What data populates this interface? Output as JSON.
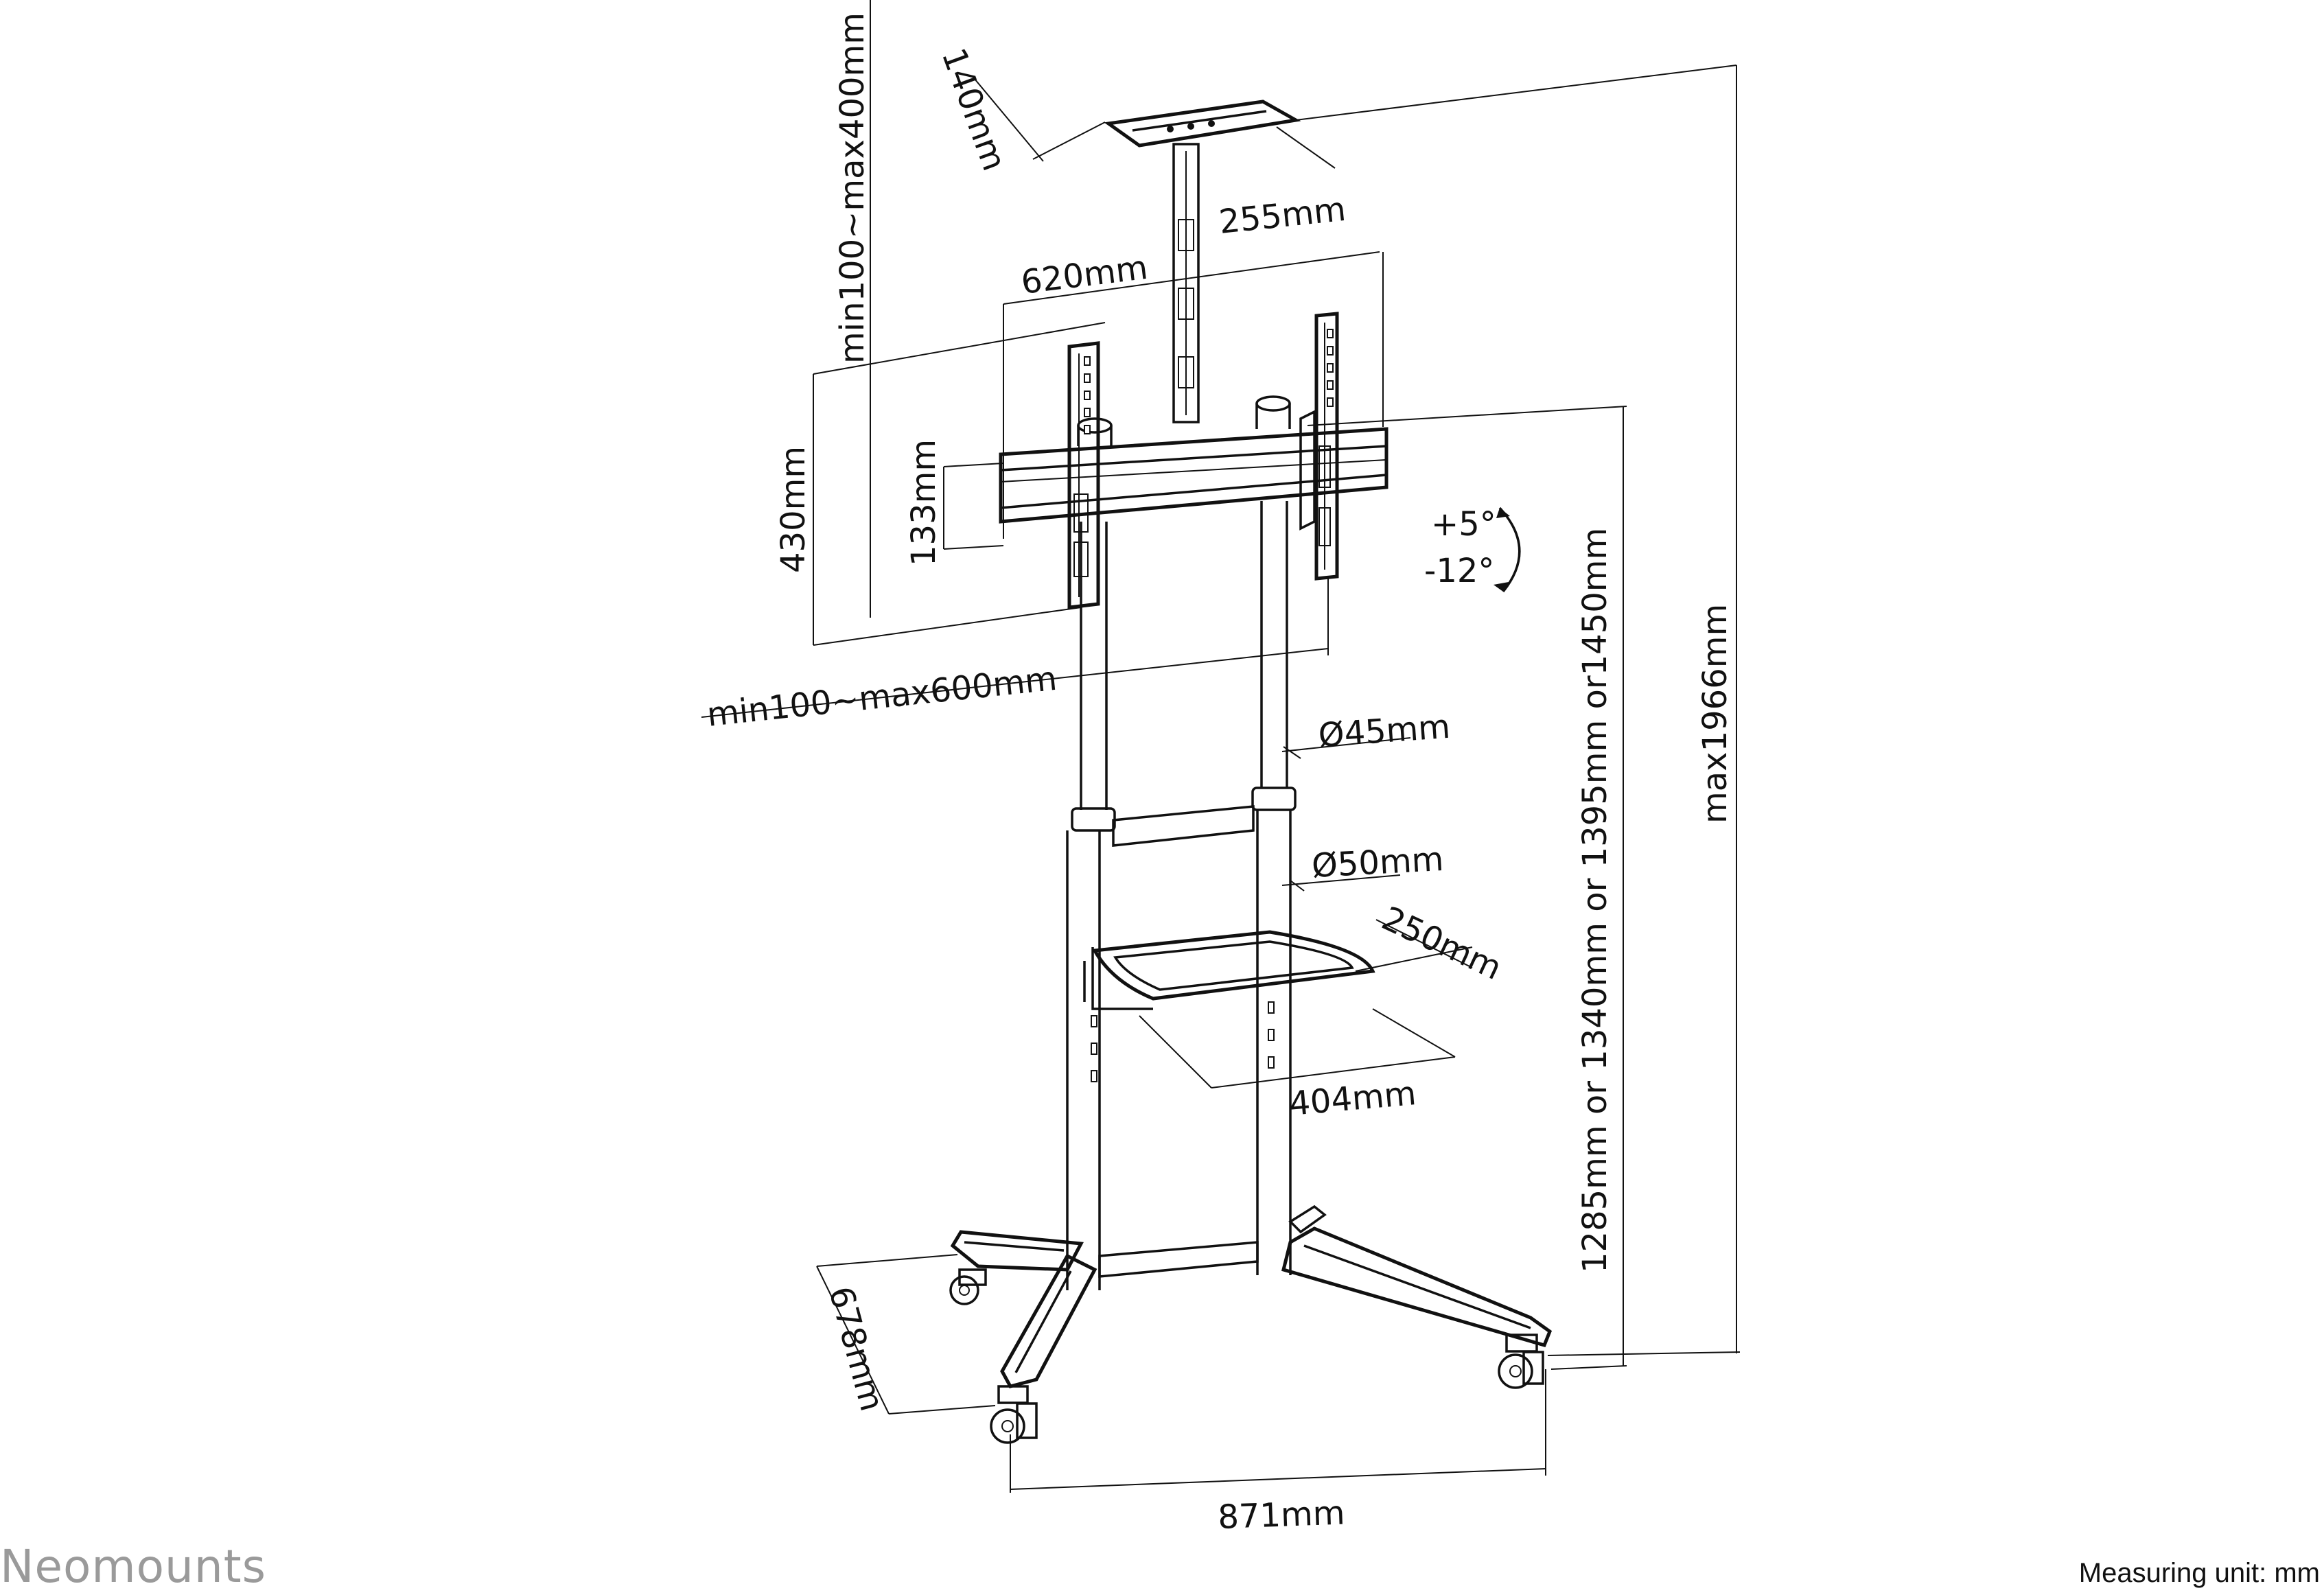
{
  "brand": "Neomounts",
  "footer": {
    "unit": "Measuring unit: mm"
  },
  "dimensions": {
    "shelf_top_depth": "140mm",
    "shelf_top_width": "255mm",
    "camera_height": "min100~max400mm",
    "bracket_width": "620mm",
    "vesa_height": "430mm",
    "bar_height": "133mm",
    "vesa_width": "min100~max600mm",
    "tilt_up": "+5°",
    "tilt_down": "-12°",
    "pole_upper_diameter": "Ø45mm",
    "pole_lower_diameter": "Ø50mm",
    "shelf_depth": "250mm",
    "shelf_width": "404mm",
    "center_height": "1285mm or 1340mm or 1395mm or1450mm",
    "max_height": "max1966mm",
    "base_depth": "678mm",
    "base_width": "871mm"
  },
  "colors": {
    "line": "#111111",
    "brand": "#9a9a9a",
    "background": "#ffffff"
  }
}
